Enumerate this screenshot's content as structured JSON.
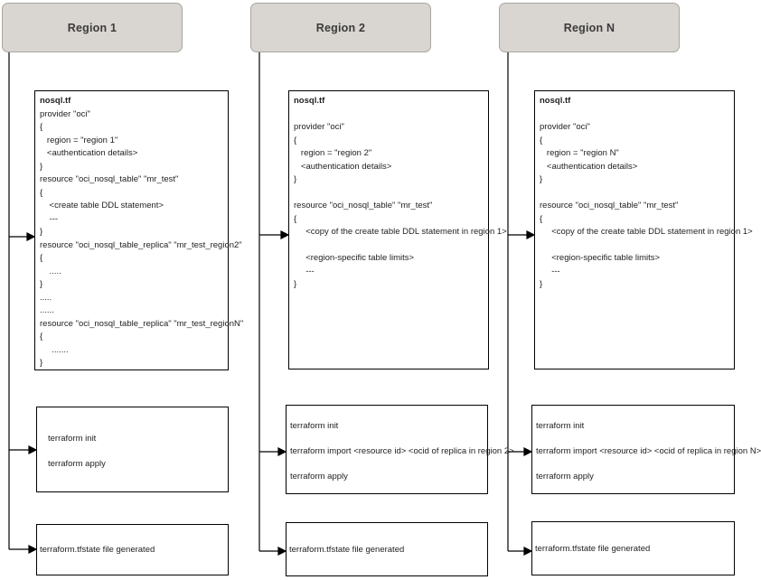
{
  "columns": [
    {
      "header": "Region 1",
      "code": {
        "title": "nosql.tf",
        "body": "provider \"oci\"\n{\n   region = \"region 1\"\n   <authentication details>\n}\nresource \"oci_nosql_table\" \"mr_test\"\n{\n    <create table DDL statement>\n    ---\n}\nresource \"oci_nosql_table_replica\" \"mr_test_region2\"\n{\n    .....\n}\n.....\n......\nresource \"oci_nosql_table_replica\" \"mr_test_regionN\"\n{\n     .......\n}"
      },
      "commands": [
        "terraform init",
        "terraform apply"
      ],
      "output": "terraform.tfstate file generated"
    },
    {
      "header": "Region 2",
      "code": {
        "title": "nosql.tf",
        "body": "\nprovider \"oci\"\n{\n   region = \"region 2\"\n   <authentication details>\n}\n\nresource \"oci_nosql_table\" \"mr_test\"\n{\n     <copy of the create table DDL statement in region 1>\n\n     <region-specific table limits>\n     ---\n}"
      },
      "commands": [
        "terraform init",
        "terraform import <resource id> <ocid of replica in region 2>",
        "terraform apply"
      ],
      "output": "terraform.tfstate file generated"
    },
    {
      "header": "Region N",
      "code": {
        "title": "nosql.tf",
        "body": "\nprovider \"oci\"\n{\n   region = \"region N\"\n   <authentication details>\n}\n\nresource \"oci_nosql_table\" \"mr_test\"\n{\n     <copy of the create table DDL statement in region 1>\n\n     <region-specific table limits>\n     ---\n}"
      },
      "commands": [
        "terraform init",
        "terraform import <resource id> <ocid of replica in region N>",
        "terraform apply"
      ],
      "output": "terraform.tfstate file generated"
    }
  ],
  "colors": {
    "header_fill": "#d9d5d0",
    "header_border": "#a9a5a0",
    "box_border": "#000000",
    "connector": "#000000",
    "text": "#222222"
  }
}
